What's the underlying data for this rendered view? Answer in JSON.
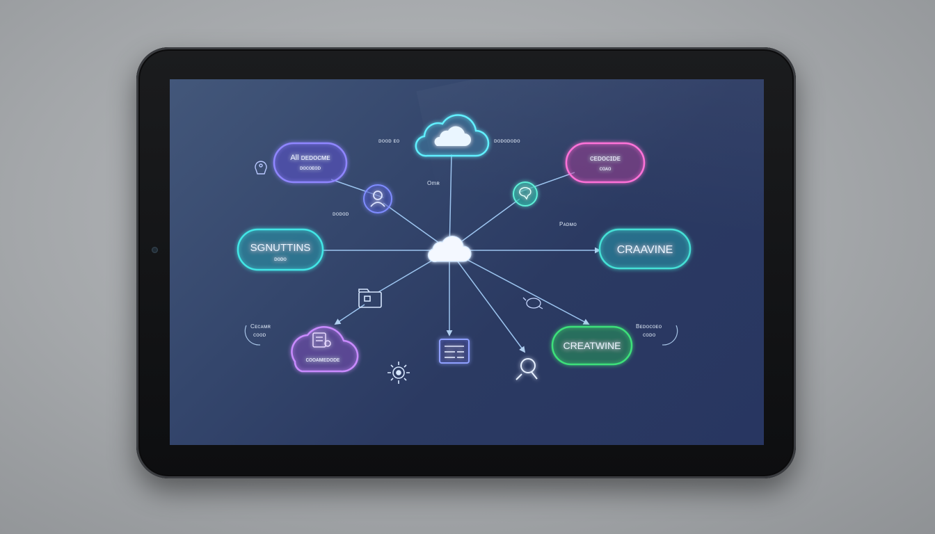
{
  "nodes": {
    "top_left": {
      "line1": "All ᴅᴇᴅᴏᴄᴍᴇ",
      "line2": "ᴅᴏᴄᴏᴇᴏᴅ",
      "color": "#8f86ff"
    },
    "top_right": {
      "line1": "ᴄᴇᴅᴏᴄɪᴅᴇ",
      "line2": "ᴄᴏᴀᴏ",
      "color": "#ff6fd8"
    },
    "mid_left": {
      "line1": "SGNUTTINS",
      "line2": "ᴅᴏᴅᴏ",
      "color": "#43e6e6"
    },
    "mid_right": {
      "line1": "CRAAVINE",
      "color": "#45e0d6"
    },
    "bottom_left": {
      "line1": "ᴄᴏᴏᴀᴍᴇᴅᴏᴅᴇ",
      "color": "#c98bff"
    },
    "bottom_right": {
      "line1": "CREATWINE",
      "color": "#3ee07a"
    }
  },
  "small_labels": {
    "top_cloud_left": "ᴅᴏᴏᴅ ᴇᴏ",
    "top_cloud_right": "ᴅᴏᴅᴏᴅᴏᴅᴏ",
    "mid_top": "Omʀ",
    "left_mid": "ᴅᴏᴅᴏᴅ",
    "right_mid": "Pᴀᴅᴍᴏ",
    "bottom_left_side_1": "Cᴇᴄᴀᴍʀ",
    "bottom_left_side_2": "ᴄᴏᴏᴅ",
    "bottom_right_side_1": "Bᴇᴅᴏᴄᴏᴇᴏ",
    "bottom_right_side_2": "ᴄᴏᴅᴏ"
  },
  "icons": {
    "top": "cloud-icon",
    "center": "cloud-icon",
    "user": "user-icon",
    "chat": "chat-icon",
    "folder": "folder-icon",
    "gear": "gear-icon",
    "document": "document-icon",
    "pin": "pin-icon",
    "tag": "tag-icon"
  },
  "colors": {
    "line": "#a9d4ff",
    "glow_cyan": "#4fe3ff"
  }
}
